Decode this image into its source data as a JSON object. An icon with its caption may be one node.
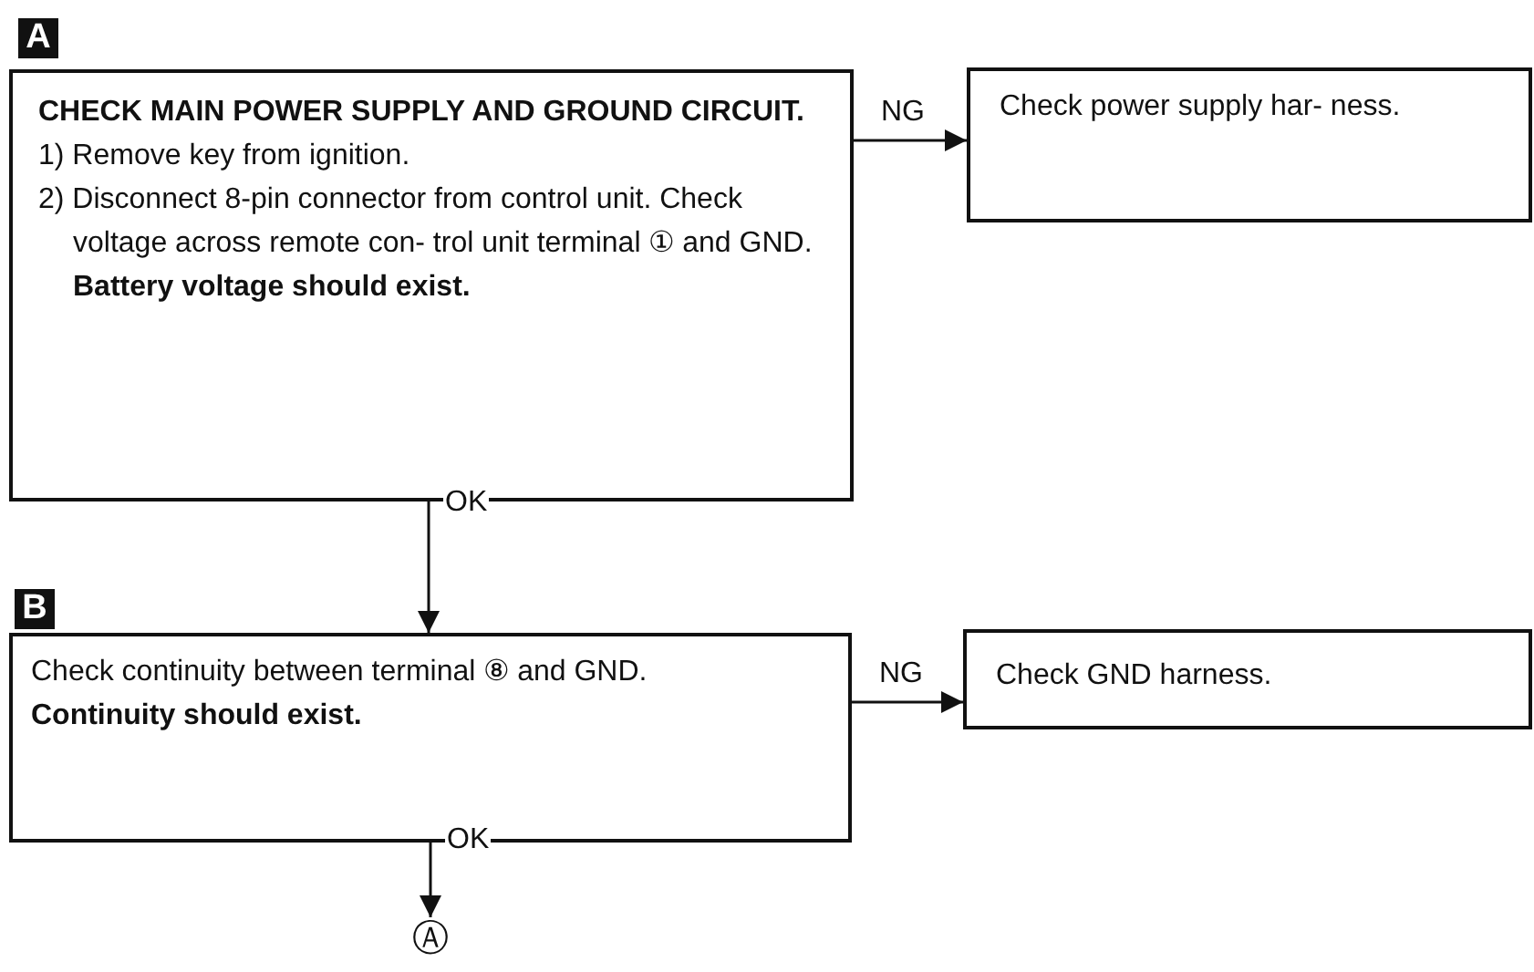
{
  "diagram": {
    "nodes": [
      {
        "text": [
          "CHECK MAIN POWER SUPPLY AND GROUND CIRCUIT.",
          "1) Remove key from ignition.",
          "2) Disconnect 8-pin connector from control unit. Check voltage across remote con- trol unit terminal ① and GND.",
          "Battery voltage should exist."
        ],
        "beside": [
          "A"
        ]
      },
      {
        "text": [
          "Check power supply har- ness."
        ]
      },
      {
        "text": [
          "Check continuity between terminal ⑧ and GND.",
          "Continuity should exist."
        ],
        "beside": [
          "B"
        ]
      },
      {
        "text": [
          "Check GND harness."
        ]
      },
      {
        "text": [
          "Ⓐ"
        ]
      }
    ],
    "edges": [
      {
        "from": 0,
        "to": 1,
        "arrow": "to",
        "label": "NG"
      },
      {
        "from": 0,
        "to": 2,
        "arrow": "to",
        "label": "OK"
      },
      {
        "from": 2,
        "to": 3,
        "arrow": "to",
        "label": "NG"
      },
      {
        "from": 2,
        "to": 4,
        "arrow": "to",
        "label": "OK"
      }
    ]
  }
}
